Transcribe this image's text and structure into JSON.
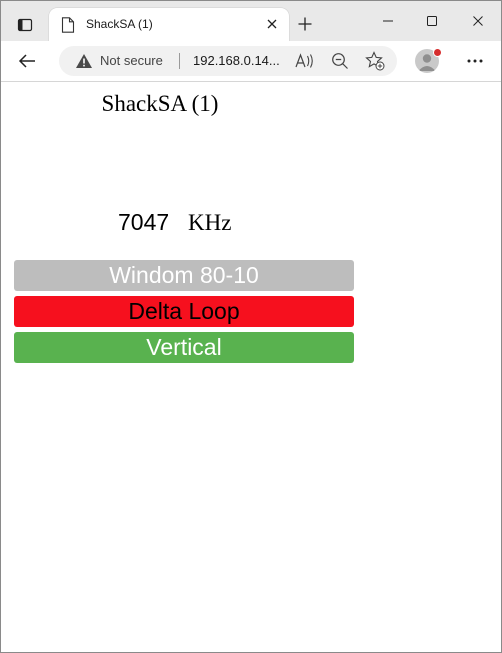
{
  "browser": {
    "tab": {
      "title": "ShackSA (1)"
    },
    "address": {
      "security_label": "Not secure",
      "url": "192.168.0.14..."
    },
    "icons": [
      "tab-actions-icon",
      "page-icon",
      "close-icon",
      "plus-icon",
      "minimize-icon",
      "maximize-icon",
      "window-close-icon",
      "back-arrow-icon",
      "warning-icon",
      "read-aloud-icon",
      "zoom-out-icon",
      "add-favorite-icon",
      "profile-icon",
      "more-icon"
    ]
  },
  "page": {
    "title": "ShackSA (1)",
    "frequency": {
      "value": "7047",
      "unit": "KHz"
    },
    "antennas": [
      {
        "label": "Windom 80-10",
        "color": "#bdbdbd"
      },
      {
        "label": "Delta Loop",
        "color": "#f6101e"
      },
      {
        "label": "Vertical",
        "color": "#59b24f"
      }
    ]
  }
}
